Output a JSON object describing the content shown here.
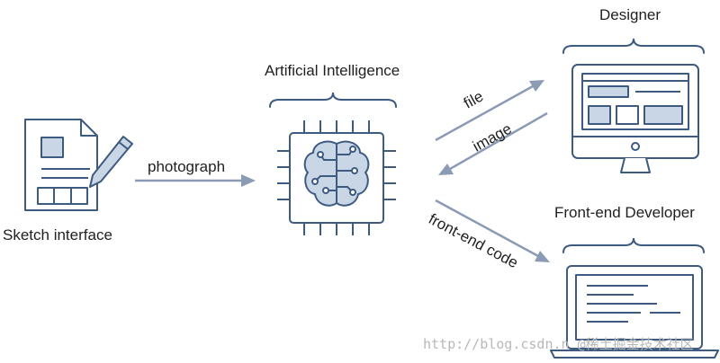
{
  "nodes": {
    "sketch": "Sketch interface",
    "ai": "Artificial Intelligence",
    "designer": "Designer",
    "frontend": "Front-end Developer"
  },
  "edges": {
    "photograph": "photograph",
    "file": "file",
    "image": "image",
    "frontend_code": "front-end code"
  },
  "watermark": "http://blog.csdn.n  @稀土掘金技术社区",
  "colors": {
    "line": "#3d5a80",
    "fill": "#c9d6e6",
    "arrow": "#8a9bb3"
  }
}
